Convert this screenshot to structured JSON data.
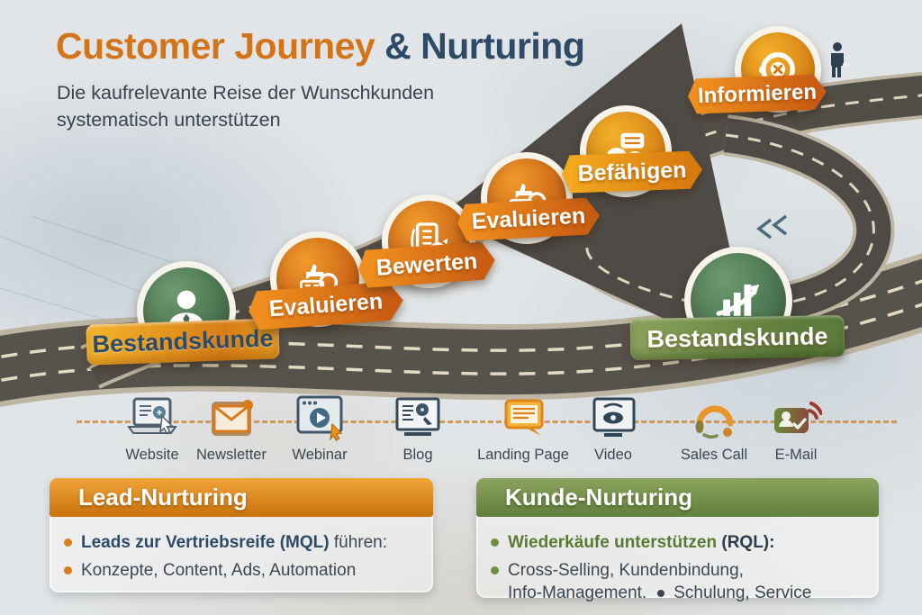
{
  "header": {
    "title_orange": "Customer Journey",
    "title_dark": " & Nurturing",
    "subtitle_line1": "Die kaufrelevante Reise der Wunschkunden",
    "subtitle_line2": "systematisch unterstützen"
  },
  "journey": {
    "stages": [
      {
        "label": "Bestandskunde",
        "icon": "businessperson-icon",
        "role": "start"
      },
      {
        "label": "Evaluieren",
        "icon": "thumb-magnifier-icon"
      },
      {
        "label": "Bewerten",
        "icon": "document-check-icon"
      },
      {
        "label": "Evaluieren",
        "icon": "thumb-magnifier-icon"
      },
      {
        "label": "Befähigen",
        "icon": "chat-bubbles-icon"
      },
      {
        "label": "Informieren",
        "icon": "target-x-icon"
      },
      {
        "label": "Bestandskunde",
        "icon": "growth-chart-icon",
        "role": "end"
      }
    ]
  },
  "channels": [
    {
      "label": "Website",
      "icon": "laptop-cursor-icon"
    },
    {
      "label": "Newsletter",
      "icon": "envelope-icon"
    },
    {
      "label": "Webinar",
      "icon": "play-window-icon"
    },
    {
      "label": "Blog",
      "icon": "blog-monitor-icon"
    },
    {
      "label": "Landing Page",
      "icon": "page-bubble-icon"
    },
    {
      "label": "Video",
      "icon": "eye-monitor-icon"
    },
    {
      "label": "Sales Call",
      "icon": "headset-icon"
    },
    {
      "label": "E-Mail",
      "icon": "contact-mail-icon"
    }
  ],
  "boxes": {
    "lead": {
      "title": "Lead-Nurturing",
      "bullet1_bold": "Leads zur Vertriebsreife (MQL)",
      "bullet1_rest": " führen:",
      "bullet2": "Konzepte, Content, Ads, Automation"
    },
    "kunde": {
      "title": "Kunde-Nurturing",
      "bullet1_bold": "Wiederkäufe unterstützen",
      "bullet1_rest": " (RQL):",
      "bullet2_line1": "Cross-Selling, Kundenbindung,",
      "bullet2_line2": "Info-Management.",
      "bullet2_extra": "Schulung, Service"
    }
  },
  "colors": {
    "accent_orange": "#d4741a",
    "accent_navy": "#2d4b66",
    "accent_green": "#6b8a45",
    "road": "#55514b",
    "background": "#e2e5e7"
  }
}
